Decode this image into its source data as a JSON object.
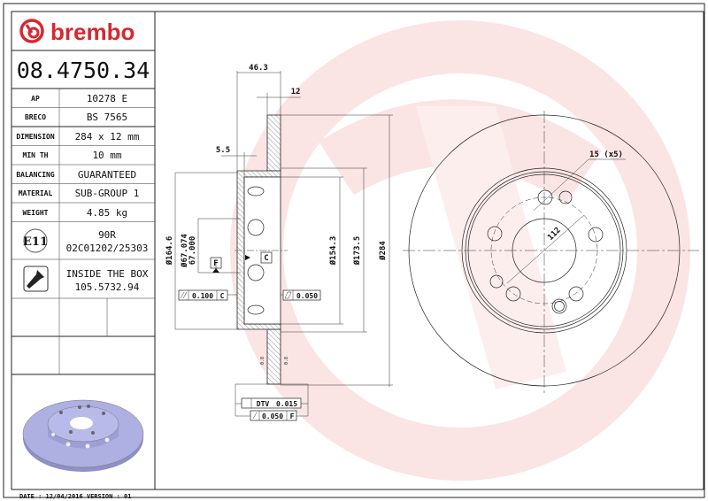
{
  "brand": {
    "name": "brembo",
    "color": "#d7282f",
    "watermark_color": "#fbe4e4"
  },
  "part_number": "08.4750.34",
  "specs": [
    {
      "label": "AP",
      "value": "10278 E"
    },
    {
      "label": "BRECO",
      "value": "BS 7565"
    },
    {
      "label": "DIMENSION",
      "value": "284 x 12 mm"
    },
    {
      "label": "MIN TH",
      "value": "10 mm"
    },
    {
      "label": "BALANCING",
      "value": "GUARANTEED"
    },
    {
      "label": "MATERIAL",
      "value": "SUB-GROUP 1"
    },
    {
      "label": "WEIGHT",
      "value": "4.85 kg"
    }
  ],
  "homologation": {
    "badge": "E11",
    "line1": "90R",
    "line2": "02C01202/25303"
  },
  "inside_box": {
    "icon": "screw-icon",
    "line1": "INSIDE THE BOX",
    "line2": "105.5732.94"
  },
  "footer": "DATE : 12/04/2016 VERSION : 01",
  "section_view": {
    "dim_overall_height": "46.3",
    "dim_thickness": "12",
    "dim_hat_wall": "5.5",
    "dia_hat": "Ø164.6",
    "dia_center_max": "Ø67.074",
    "dia_center_min": "67.000",
    "dia_inner": "Ø154.3",
    "dia_ring": "Ø173.5",
    "dia_outer": "Ø284",
    "datum_f": "F",
    "datum_c": "C",
    "tol_parallel": "0.100",
    "tol_parallel_ref": "C",
    "tol_flatness": "0.050",
    "tol_dtv_label": "DTV",
    "tol_dtv": "0.015",
    "tol_runout": "0.050",
    "tol_runout_ref": "F",
    "roughness_left": "0.8",
    "roughness_right": "0.8"
  },
  "front_view": {
    "bolt_holes": "15 (x5)",
    "bolt_circle": "112"
  },
  "disc_color": "#aeb0e2"
}
